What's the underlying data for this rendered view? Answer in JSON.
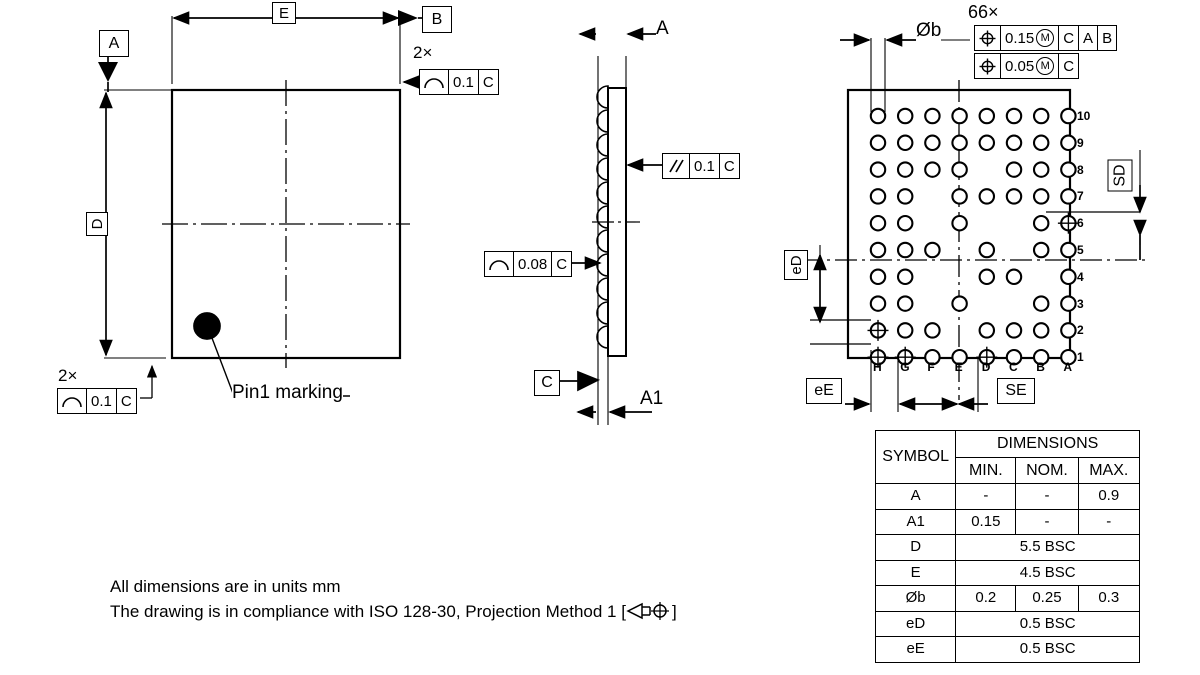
{
  "drawing": {
    "title": "BGA package mechanical outline drawing",
    "ball_count_note": "66×",
    "pin1_label": "Pin1 marking",
    "notes": [
      "All dimensions are in units mm",
      "The drawing is in compliance with ISO 128-30, Projection Method 1 [⌲⊕]"
    ]
  },
  "plan_view": {
    "datum_b": "B",
    "datum_a": "A",
    "dim_e": "E",
    "dim_d": "D",
    "multiplier_top": "2×",
    "multiplier_bottom": "2×",
    "fcf_top": {
      "symbol": "profile-of-surface",
      "tol": "0.1",
      "datum": "C"
    },
    "fcf_bottom": {
      "symbol": "profile-of-surface",
      "tol": "0.1",
      "datum": "C"
    },
    "pin1_callout": "Pin1 marking"
  },
  "side_view": {
    "dim_a": "A",
    "dim_a1": "A1",
    "datum_c": "C",
    "fcf_parallel": {
      "symbol": "parallelism",
      "tol": "0.1",
      "datum": "C"
    },
    "fcf_profile": {
      "symbol": "profile-of-surface",
      "tol": "0.08",
      "datum": "C"
    }
  },
  "bottom_view": {
    "ball_count": "66×",
    "ball_dia_label": "Øb",
    "fcf_rows": [
      {
        "symbol": "position",
        "tol": "0.15",
        "modifier": "M",
        "datums": [
          "C",
          "A",
          "B"
        ]
      },
      {
        "symbol": "position",
        "tol": "0.05",
        "modifier": "M",
        "datums": [
          "C"
        ]
      }
    ],
    "pitch_d_label": "eD",
    "pitch_e_label": "eE",
    "span_d_label": "SD",
    "span_e_label": "SE",
    "column_labels": [
      "H",
      "G",
      "F",
      "E",
      "D",
      "C",
      "B",
      "A"
    ],
    "row_labels": [
      "10",
      "9",
      "8",
      "7",
      "6",
      "5",
      "4",
      "3",
      "2",
      "1"
    ],
    "ball_map": [
      {
        "row": "10",
        "cols": [
          "H",
          "G",
          "F",
          "E",
          "D",
          "C",
          "B",
          "A"
        ]
      },
      {
        "row": "9",
        "cols": [
          "H",
          "G",
          "F",
          "E",
          "D",
          "C",
          "B",
          "A"
        ]
      },
      {
        "row": "8",
        "cols": [
          "H",
          "G",
          "F",
          "E",
          "C",
          "B",
          "A"
        ]
      },
      {
        "row": "7",
        "cols": [
          "H",
          "G",
          "E",
          "D",
          "C",
          "B",
          "A"
        ]
      },
      {
        "row": "6",
        "cols": [
          "H",
          "G",
          "E",
          "B",
          "A"
        ]
      },
      {
        "row": "5",
        "cols": [
          "H",
          "G",
          "F",
          "D",
          "B",
          "A"
        ]
      },
      {
        "row": "4",
        "cols": [
          "H",
          "G",
          "D",
          "C",
          "A"
        ]
      },
      {
        "row": "3",
        "cols": [
          "H",
          "G",
          "E",
          "B",
          "A"
        ]
      },
      {
        "row": "2",
        "cols": [
          "H",
          "G",
          "F",
          "D",
          "C",
          "B",
          "A"
        ]
      },
      {
        "row": "1",
        "cols": [
          "H",
          "G",
          "F",
          "E",
          "D",
          "C",
          "B",
          "A"
        ]
      }
    ],
    "target_balls": [
      "A6",
      "H2",
      "H1",
      "G1",
      "D1"
    ]
  },
  "table": {
    "header_symbol": "SYMBOL",
    "header_dimensions": "DIMENSIONS",
    "header_min": "MIN.",
    "header_nom": "NOM.",
    "header_max": "MAX.",
    "rows": [
      {
        "symbol": "A",
        "min": "-",
        "nom": "-",
        "max": "0.9",
        "span": false
      },
      {
        "symbol": "A1",
        "min": "0.15",
        "nom": "-",
        "max": "-",
        "span": false
      },
      {
        "symbol": "D",
        "value": "5.5 BSC",
        "span": true
      },
      {
        "symbol": "E",
        "value": "4.5 BSC",
        "span": true
      },
      {
        "symbol": "Øb",
        "min": "0.2",
        "nom": "0.25",
        "max": "0.3",
        "span": false
      },
      {
        "symbol": "eD",
        "value": "0.5 BSC",
        "span": true
      },
      {
        "symbol": "eE",
        "value": "0.5 BSC",
        "span": true
      }
    ]
  },
  "colors": {
    "line": "#000000",
    "background": "#ffffff"
  }
}
